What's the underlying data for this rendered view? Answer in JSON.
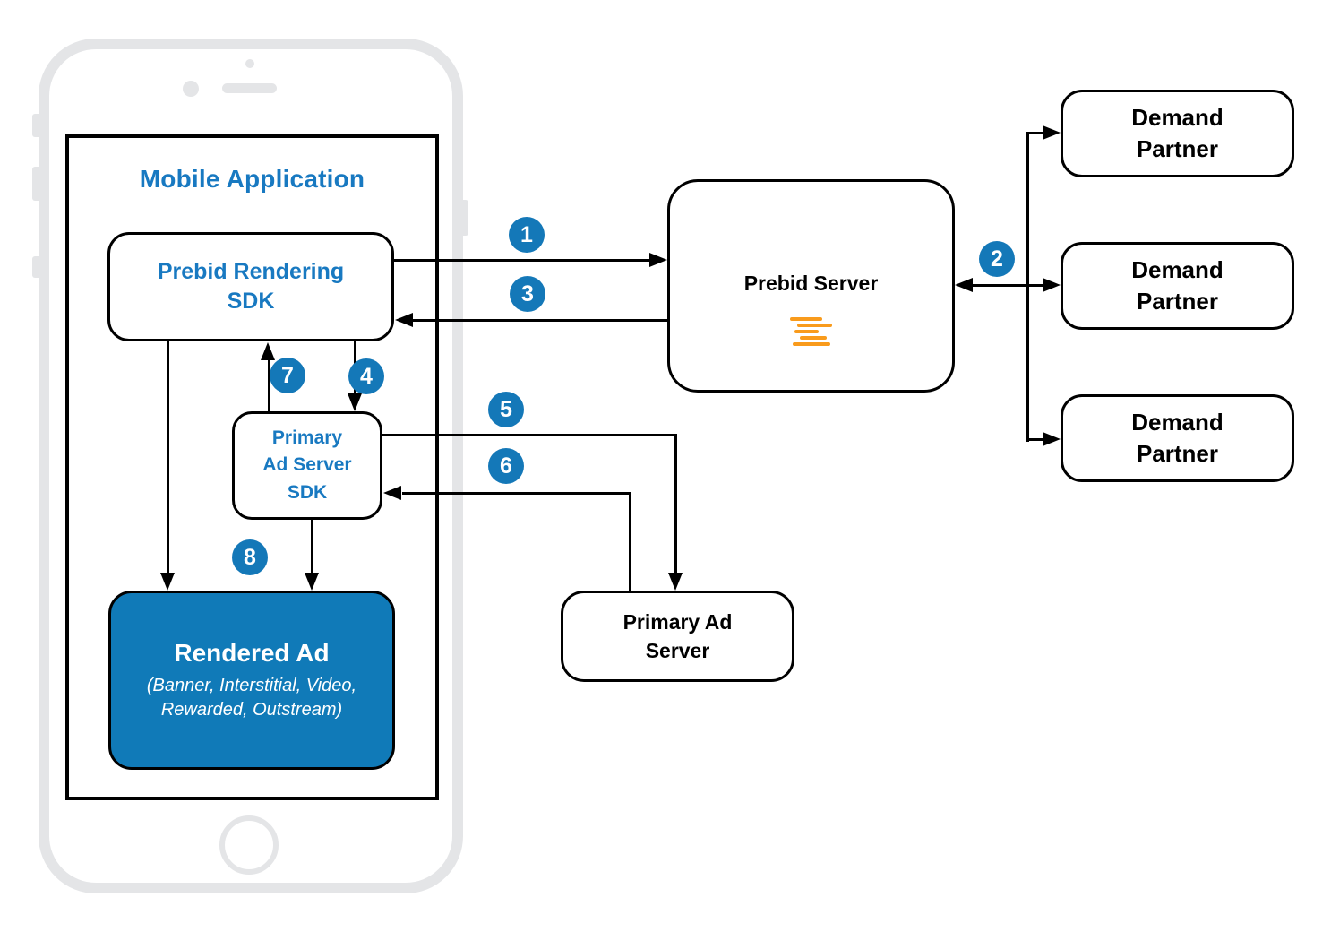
{
  "colors": {
    "accent_blue": "#1478B8",
    "text_blue": "#1879C1",
    "rendered_ad_fill": "#107AB8",
    "prebid_orange": "#F99B1C",
    "phone_gray": "#E4E5E7",
    "line_black": "#000000"
  },
  "mobile_application": {
    "title": "Mobile Application"
  },
  "nodes": {
    "prebid_rendering_sdk": {
      "line1": "Prebid Rendering",
      "line2": "SDK"
    },
    "primary_ad_server_sdk": {
      "line1": "Primary",
      "line2": "Ad Server",
      "line3": "SDK"
    },
    "rendered_ad": {
      "title": "Rendered Ad",
      "subtitle": "(Banner, Interstitial, Video, Rewarded, Outstream)"
    },
    "prebid_server": {
      "label": "Prebid Server"
    },
    "primary_ad_server": {
      "line1": "Primary Ad",
      "line2": "Server"
    },
    "demand_partners": [
      {
        "line1": "Demand",
        "line2": "Partner"
      },
      {
        "line1": "Demand",
        "line2": "Partner"
      },
      {
        "line1": "Demand",
        "line2": "Partner"
      }
    ]
  },
  "steps": [
    "1",
    "2",
    "3",
    "4",
    "5",
    "6",
    "7",
    "8"
  ]
}
